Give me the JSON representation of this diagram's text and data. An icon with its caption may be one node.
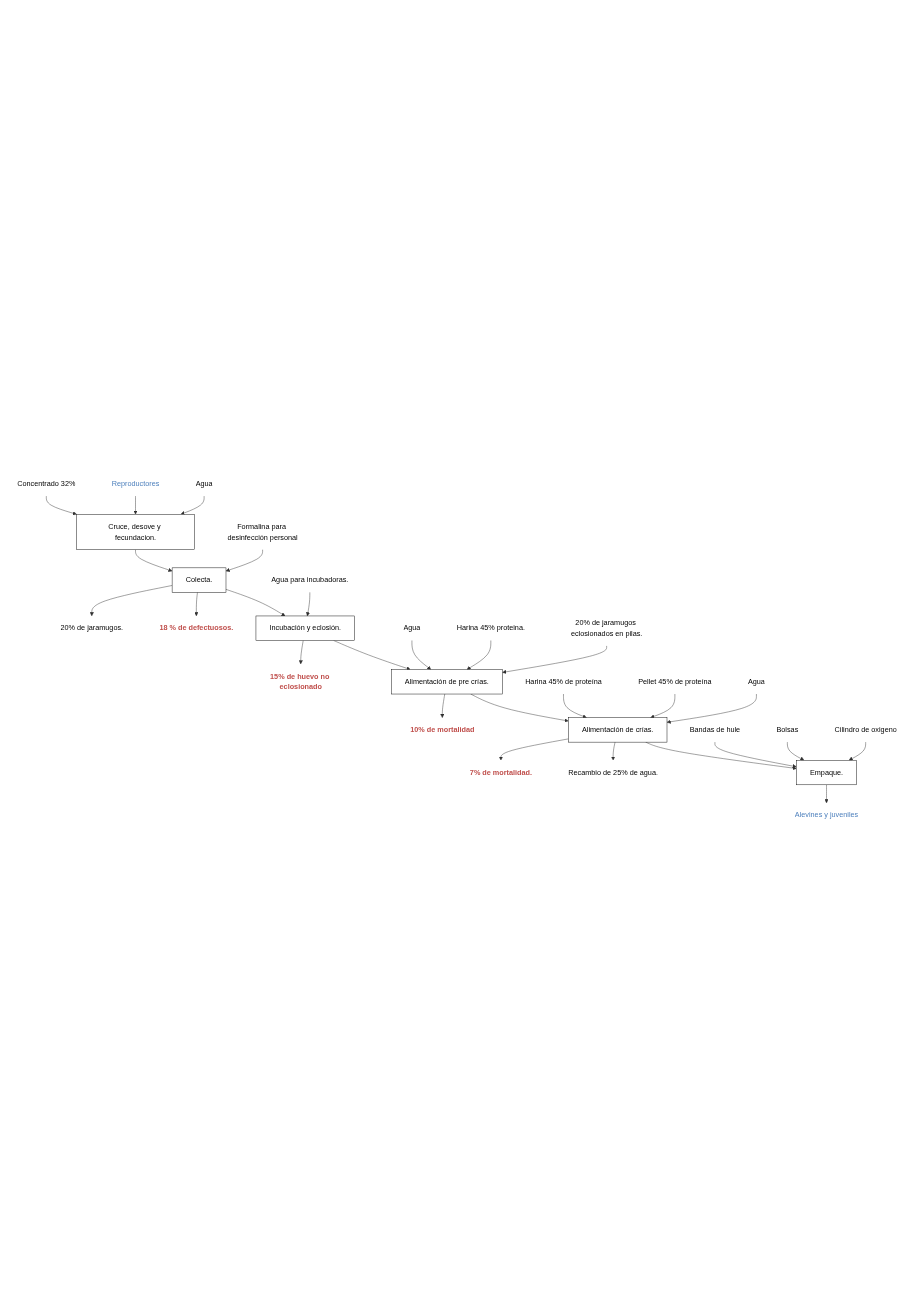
{
  "diagram": {
    "nodes": [
      {
        "text": [
          "Concentrado 32%"
        ]
      },
      {
        "text": [
          "Reproductores"
        ]
      },
      {
        "text": [
          "Agua"
        ]
      },
      {
        "text": [
          "Cruce, desove y fecundacion."
        ]
      },
      {
        "text": [
          "Formalina para desinfección personal"
        ]
      },
      {
        "text": [
          "Colecta."
        ]
      },
      {
        "text": [
          "20% de jaramugos."
        ]
      },
      {
        "text": [
          "18 % de defectuosos."
        ]
      },
      {
        "text": [
          "Agua para incubadoras."
        ]
      },
      {
        "text": [
          "Incubación y eclosión."
        ]
      },
      {
        "text": [
          "15% de huevo no eclosionado"
        ]
      },
      {
        "text": [
          "Agua"
        ]
      },
      {
        "text": [
          "Harina 45% proteina."
        ]
      },
      {
        "text": [
          "20% de jaramugos eclosionados en pilas."
        ]
      },
      {
        "text": [
          "Alimentación de pre crías."
        ]
      },
      {
        "text": [
          "10% de mortalidad"
        ]
      },
      {
        "text": [
          "Harina 45% de proteína"
        ]
      },
      {
        "text": [
          "Pellet 45% de proteína"
        ]
      },
      {
        "text": [
          "Agua"
        ]
      },
      {
        "text": [
          "Alimentación de crías."
        ]
      },
      {
        "text": [
          "7% de mortalidad."
        ]
      },
      {
        "text": [
          "Recambio de 25% de agua."
        ]
      },
      {
        "text": [
          "Bandas de hule"
        ]
      },
      {
        "text": [
          "Bolsas"
        ]
      },
      {
        "text": [
          "Cilindro de oxigeno"
        ]
      },
      {
        "text": [
          "Empaque."
        ]
      },
      {
        "text": [
          "Alevines y juveniles"
        ]
      }
    ],
    "edges": [
      {
        "from": 0,
        "to": 3,
        "arrow": "to"
      },
      {
        "from": 1,
        "to": 3,
        "arrow": "to"
      },
      {
        "from": 2,
        "to": 3,
        "arrow": "to"
      },
      {
        "from": 3,
        "to": 5,
        "arrow": "to"
      },
      {
        "from": 4,
        "to": 5,
        "arrow": "to"
      },
      {
        "from": 5,
        "to": 6,
        "arrow": "to"
      },
      {
        "from": 5,
        "to": 7,
        "arrow": "to"
      },
      {
        "from": 5,
        "to": 9,
        "arrow": "to"
      },
      {
        "from": 8,
        "to": 9,
        "arrow": "to"
      },
      {
        "from": 9,
        "to": 10,
        "arrow": "to"
      },
      {
        "from": 9,
        "to": 14,
        "arrow": "to"
      },
      {
        "from": 11,
        "to": 14,
        "arrow": "to"
      },
      {
        "from": 12,
        "to": 14,
        "arrow": "to"
      },
      {
        "from": 13,
        "to": 14,
        "arrow": "to"
      },
      {
        "from": 14,
        "to": 15,
        "arrow": "to"
      },
      {
        "from": 14,
        "to": 19,
        "arrow": "to"
      },
      {
        "from": 16,
        "to": 19,
        "arrow": "to"
      },
      {
        "from": 17,
        "to": 19,
        "arrow": "to"
      },
      {
        "from": 18,
        "to": 19,
        "arrow": "to"
      },
      {
        "from": 19,
        "to": 20,
        "arrow": "to"
      },
      {
        "from": 19,
        "to": 21,
        "arrow": "to"
      },
      {
        "from": 19,
        "to": 25,
        "arrow": "to"
      },
      {
        "from": 22,
        "to": 25,
        "arrow": "to"
      },
      {
        "from": 23,
        "to": 25,
        "arrow": "to"
      },
      {
        "from": 24,
        "to": 25,
        "arrow": "to"
      },
      {
        "from": 25,
        "to": 26,
        "arrow": "to"
      }
    ]
  }
}
